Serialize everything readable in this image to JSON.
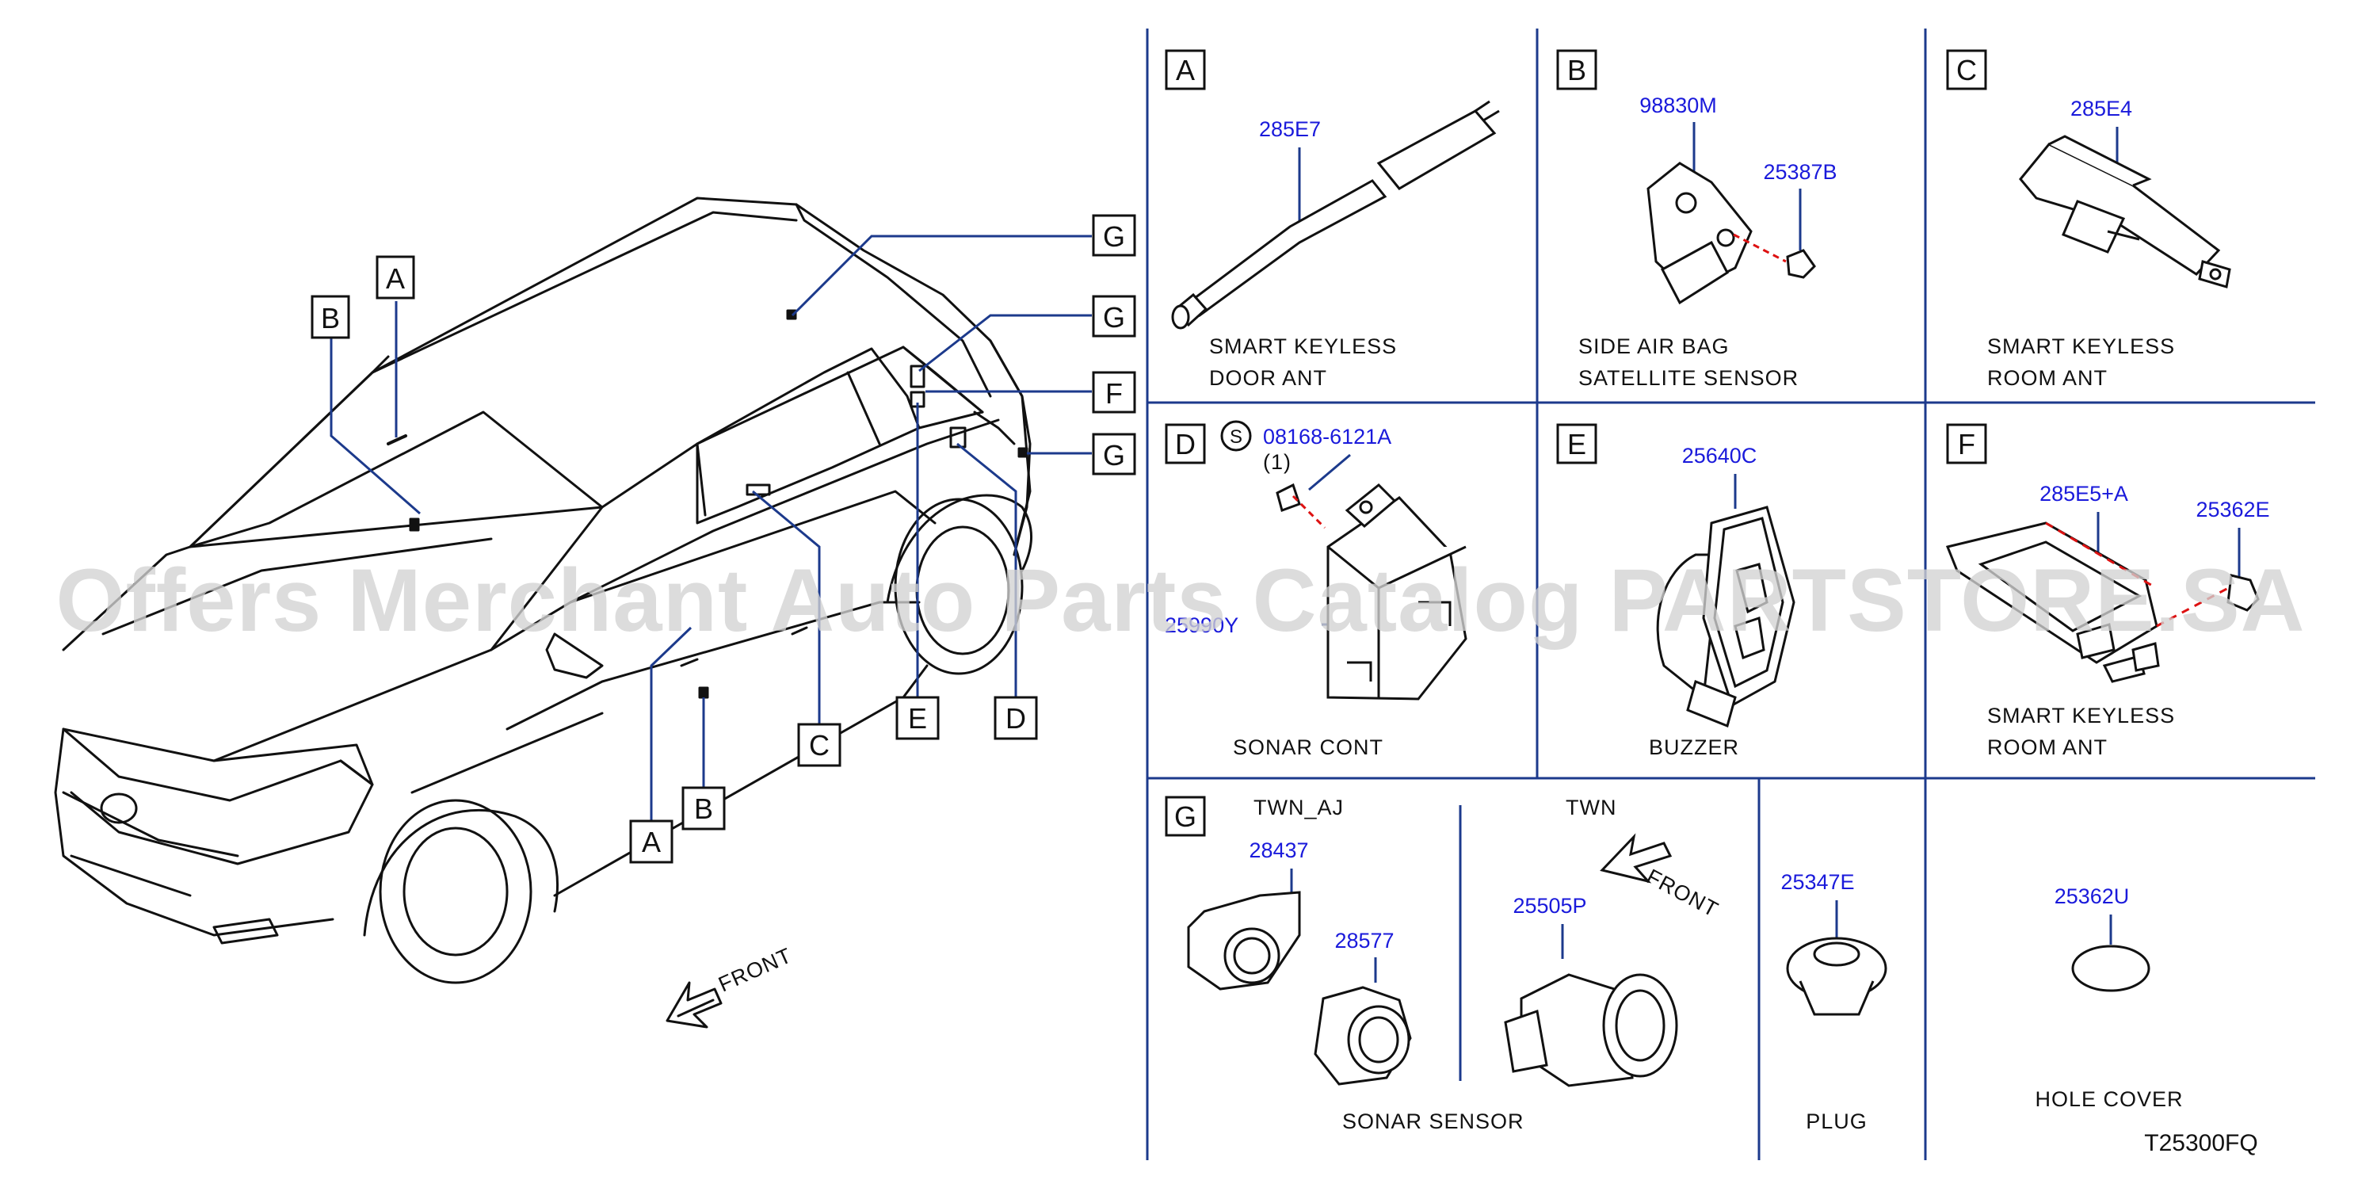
{
  "watermark": "Offers Merchant Auto Parts Catalog PARTSTORE.SA",
  "diagram_code": "T25300FQ",
  "vehicle": {
    "front_label": "FRONT",
    "callouts": {
      "a_top": "A",
      "b_top": "B",
      "g1": "G",
      "g2": "G",
      "f": "F",
      "g3": "G",
      "a_bottom": "A",
      "b_bottom": "B",
      "c": "C",
      "e": "E",
      "d": "D"
    }
  },
  "panels": {
    "A": {
      "letter": "A",
      "part": "285E7",
      "label1": "SMART   KEYLESS",
      "label2": "DOOR   ANT"
    },
    "B": {
      "letter": "B",
      "part1": "98830M",
      "part2": "25387B",
      "label1": "SIDE   AIR   BAG",
      "label2": "SATELLITE   SENSOR"
    },
    "C": {
      "letter": "C",
      "part": "285E4",
      "label1": "SMART   KEYLESS",
      "label2": "ROOM   ANT"
    },
    "D": {
      "letter": "D",
      "screw_symbol": "S",
      "part": "08168-6121A",
      "qty": "(1)",
      "part2": "25990Y",
      "label": "SONAR   CONT"
    },
    "E": {
      "letter": "E",
      "part": "25640C",
      "label": "BUZZER"
    },
    "F": {
      "letter": "F",
      "part1": "285E5+A",
      "part2": "25362E",
      "label1": "SMART   KEYLESS",
      "label2": "ROOM   ANT"
    },
    "G": {
      "letter": "G",
      "variant1": "TWN_AJ",
      "variant2": "TWN",
      "part1": "28437",
      "part2": "28577",
      "part3": "25505P",
      "front_label": "FRONT",
      "label": "SONAR   SENSOR"
    },
    "plug": {
      "part": "25347E",
      "label": "PLUG"
    },
    "hole_cover": {
      "part": "25362U",
      "label": "HOLE   COVER"
    }
  }
}
